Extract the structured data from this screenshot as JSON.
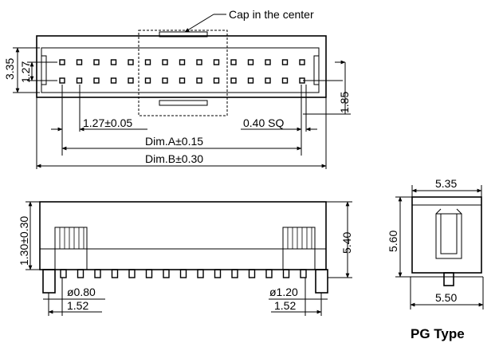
{
  "top_view": {
    "cap_note": "Cap in the center",
    "dims": {
      "height_total": "3.35",
      "row_offset": "1.27",
      "pitch": "1.27±0.05",
      "pin_square": "0.40 SQ",
      "dim_a": "Dim.A±0.15",
      "dim_b": "Dim.B±0.30",
      "tail_offset": "1.85"
    },
    "pins_per_row": 15
  },
  "side_view": {
    "dims": {
      "height": "5.40",
      "standoff": "1.30±0.30",
      "peg_left_dia": "ø0.80",
      "peg_right_dia": "ø1.20",
      "peg_left_offset": "1.52",
      "peg_right_offset": "1.52"
    },
    "pins_visible": 15
  },
  "end_view": {
    "dims": {
      "top_width": "5.35",
      "height": "5.60",
      "bottom_width": "5.50"
    }
  },
  "type_label": "PG Type"
}
